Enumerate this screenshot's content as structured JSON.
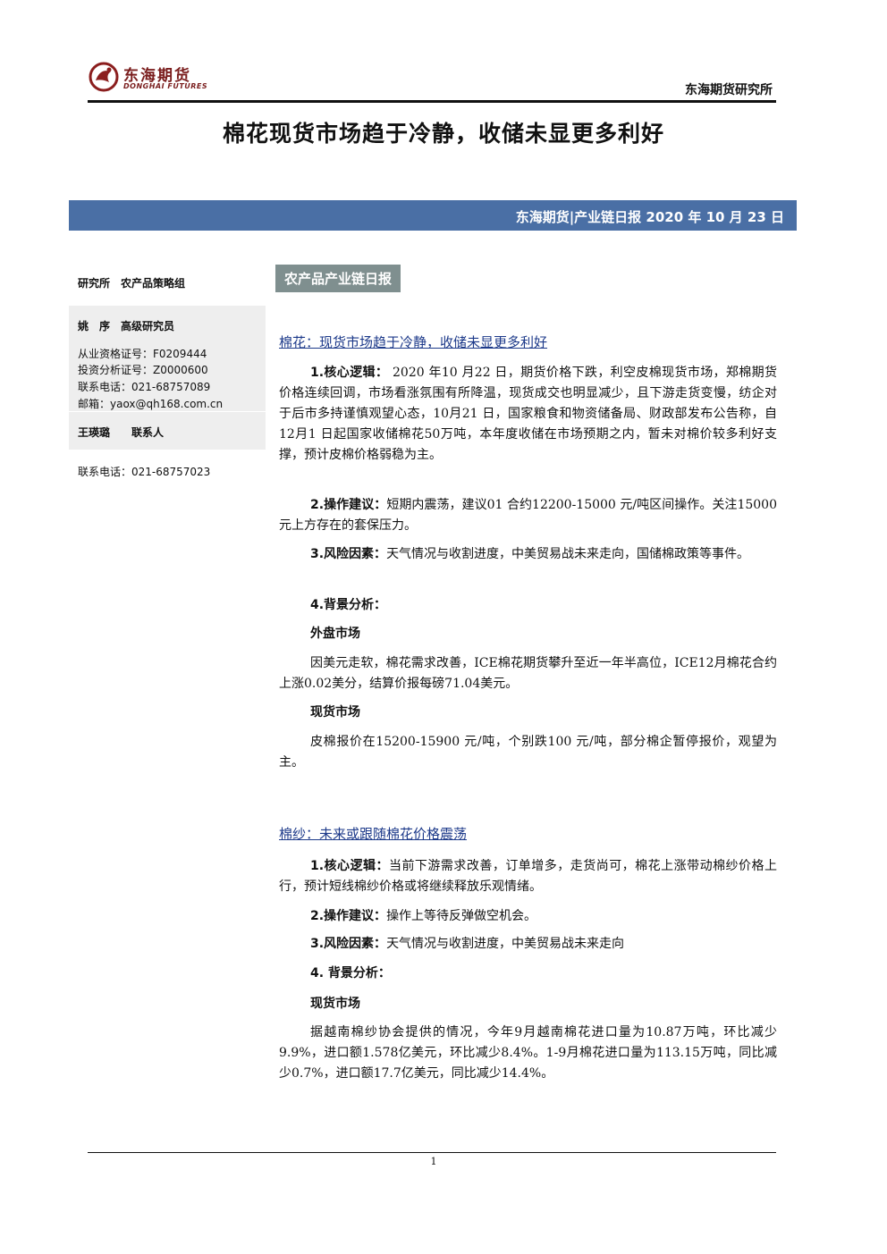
{
  "header": {
    "logo_cn": "东海期货",
    "logo_en": "DONGHAI FUTURES",
    "institute": "东海期货研究所"
  },
  "title": "棉花现货市场趋于冷静，收储未显更多利好",
  "banner": "东海期货|产业链日报 2020 年 10 月 23 日",
  "sidebar": {
    "dept": "研究所　农产品策略组",
    "analyst_name": "姚　序　高级研究员",
    "analyst_lines": [
      "从业资格证号：F0209444",
      "投资分析证号：Z0000600",
      "联系电话：021-68757089",
      "邮箱：yaox@qh168.com.cn"
    ],
    "contact_name": "王瑛璐　　联系人",
    "contact_phone": "联系电话：021-68757023"
  },
  "tag": "农产品产业链日报",
  "cotton": {
    "title": "棉花：现货市场趋于冷静，收储未显更多利好",
    "p1_label": "1.核心逻辑：",
    "p1_text": " 2020 年10 月22 日，期货价格下跌，利空皮棉现货市场，郑棉期货价格连续回调，市场看涨氛围有所降温，现货成交也明显减少，且下游走货变慢，纺企对于后市多持谨慎观望心态，10月21 日，国家粮食和物资储备局、财政部发布公告称，自12月1 日起国家收储棉花50万吨，本年度收储在市场预期之内，暂未对棉价较多利好支撑，预计皮棉价格弱稳为主。",
    "p2_label": "2.操作建议：",
    "p2_text": "短期内震荡，建议01 合约12200-15000 元/吨区间操作。关注15000 元上方存在的套保压力。",
    "p3_label": "3.风险因素：",
    "p3_text": "天气情况与收割进度，中美贸易战未来走向，国储棉政策等事件。",
    "p4_label": "4.背景分析：",
    "sub1": "外盘市场",
    "sub1_text": "因美元走软，棉花需求改善，ICE棉花期货攀升至近一年半高位，ICE12月棉花合约上涨0.02美分，结算价报每磅71.04美元。",
    "sub2": "现货市场",
    "sub2_text": "皮棉报价在15200-15900 元/吨，个别跌100 元/吨，部分棉企暂停报价，观望为主。"
  },
  "yarn": {
    "title": "棉纱：未来或跟随棉花价格震荡",
    "p1_label": "1.核心逻辑：",
    "p1_text": "当前下游需求改善，订单增多，走货尚可，棉花上涨带动棉纱价格上行，预计短线棉纱价格或将继续释放乐观情绪。",
    "p2_label": "2.操作建议：",
    "p2_text": "操作上等待反弹做空机会。",
    "p3_label": "3.风险因素：",
    "p3_text": "天气情况与收割进度，中美贸易战未来走向",
    "p4_label": "4. 背景分析：",
    "sub1": "现货市场",
    "sub1_text": "据越南棉纱协会提供的情况，今年9月越南棉花进口量为10.87万吨，环比减少9.9%，进口额1.578亿美元，环比减少8.4%。1-9月棉花进口量为113.15万吨，同比减少0.7%，进口额17.7亿美元，同比减少14.4%。"
  },
  "footer": {
    "page": "1"
  }
}
